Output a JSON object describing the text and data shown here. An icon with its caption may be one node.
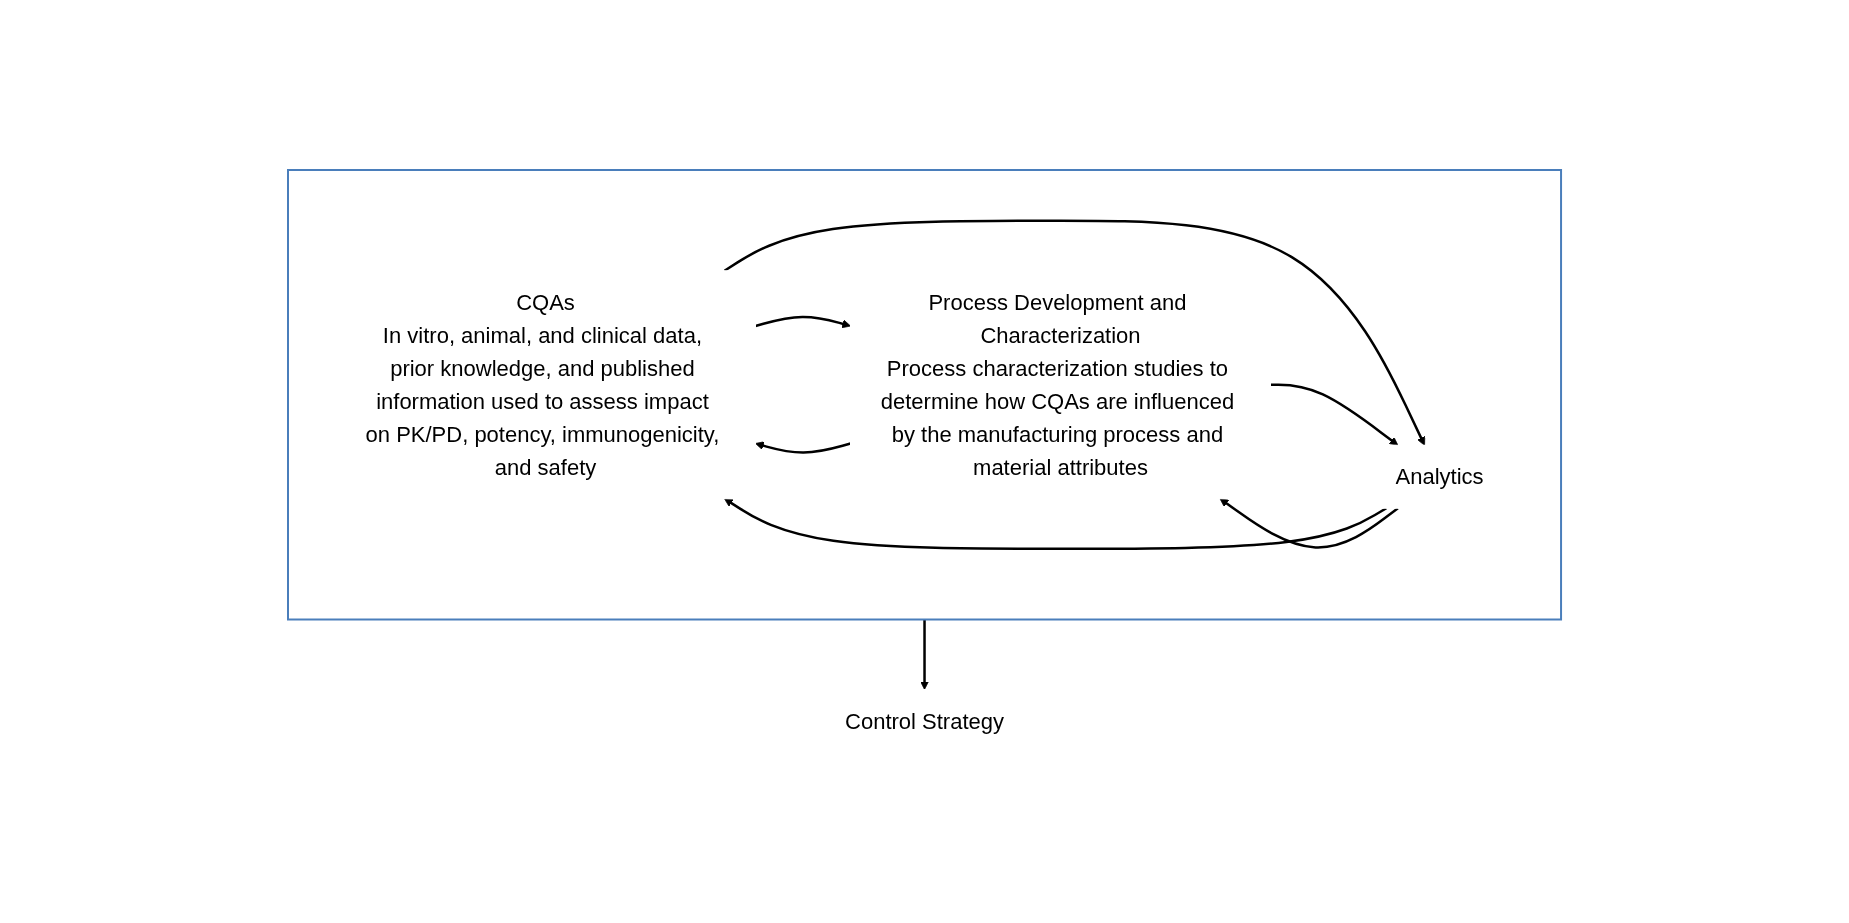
{
  "diagram": {
    "nodes": [
      {
        "text": [],
        "shape": "box"
      },
      {
        "text": [
          "CQAs",
          "In vitro, animal, and clinical data, prior knowledge, and published information used to assess impact on PK/PD, potency, immunogenicity, and safety"
        ],
        "in": 0
      },
      {
        "text": [
          "Process Development and Characterization",
          "Process characterization studies to determine how CQAs are influenced by the manufacturing process and material attributes"
        ],
        "in": 0
      },
      {
        "text": [
          "Analytics"
        ],
        "in": 0
      },
      {
        "text": [
          "Control Strategy"
        ]
      }
    ],
    "edges": [
      {
        "from": 1,
        "to": 2,
        "arrow": "to"
      },
      {
        "from": 2,
        "to": 1,
        "arrow": "to"
      },
      {
        "from": 1,
        "to": 3,
        "arrow": "to"
      },
      {
        "from": 3,
        "to": 1,
        "arrow": "to"
      },
      {
        "from": 2,
        "to": 3,
        "arrow": "to"
      },
      {
        "from": 3,
        "to": 2,
        "arrow": "to"
      },
      {
        "from": 0,
        "to": 4,
        "arrow": "to"
      }
    ]
  }
}
